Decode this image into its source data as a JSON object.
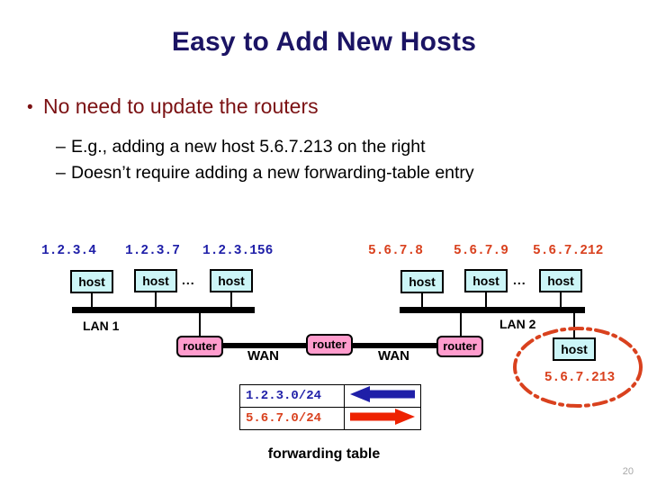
{
  "slide": {
    "title": "Easy to Add New Hosts",
    "page_number": "20",
    "colors": {
      "title": "#1b1464",
      "bullet_level1": "#7b1113",
      "ip_left": "#1f1fa8",
      "ip_right": "#d9411e",
      "host_fill": "#ccf5f7",
      "router_fill": "#ff9ccd",
      "highlight": "#d9411e"
    }
  },
  "bullets": {
    "level1": {
      "marker": "•",
      "text": "No need to update the routers"
    },
    "level2": [
      {
        "marker": "–",
        "text": "E.g., adding a new host 5.6.7.213 on the right"
      },
      {
        "marker": "–",
        "text": "Doesn’t require adding a new forwarding-table entry"
      }
    ]
  },
  "diagram": {
    "lan1": {
      "label": "LAN 1",
      "subnet": "1.2.3.0/24",
      "ellipsis": "...",
      "hosts": [
        {
          "ip": "1.2.3.4",
          "label": "host"
        },
        {
          "ip": "1.2.3.7",
          "label": "host"
        },
        {
          "ip": "1.2.3.156",
          "label": "host"
        }
      ]
    },
    "lan2": {
      "label": "LAN 2",
      "subnet": "5.6.7.0/24",
      "ellipsis": "...",
      "hosts": [
        {
          "ip": "5.6.7.8",
          "label": "host"
        },
        {
          "ip": "5.6.7.9",
          "label": "host"
        },
        {
          "ip": "5.6.7.212",
          "label": "host"
        }
      ]
    },
    "new_host": {
      "label": "host",
      "ip": "5.6.7.213"
    },
    "routers": [
      {
        "label": "router"
      },
      {
        "label": "router"
      },
      {
        "label": "router"
      }
    ],
    "wan_links": [
      {
        "label": "WAN"
      },
      {
        "label": "WAN"
      }
    ]
  },
  "forwarding_table": {
    "caption": "forwarding table",
    "rows": [
      {
        "prefix": "1.2.3.0/24",
        "direction": "left-arrow",
        "arrow_color": "#1f1fa8"
      },
      {
        "prefix": "5.6.7.0/24",
        "direction": "right-arrow",
        "arrow_color": "#ee2200"
      }
    ]
  }
}
